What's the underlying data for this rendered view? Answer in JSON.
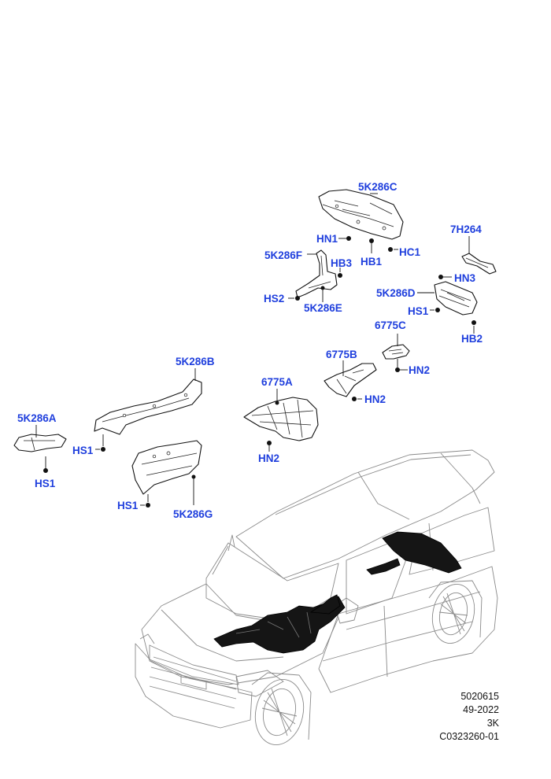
{
  "labels": {
    "5K286C": "5K286C",
    "HN1": "HN1",
    "HB1": "HB1",
    "HC1": "HC1",
    "7H264": "7H264",
    "5K286F": "5K286F",
    "HB3": "HB3",
    "HS2": "HS2",
    "5K286E": "5K286E",
    "HN3": "HN3",
    "5K286D": "5K286D",
    "HS1_D": "HS1",
    "HB2": "HB2",
    "6775C": "6775C",
    "6775B": "6775B",
    "HN2_C": "HN2",
    "HN2_B": "HN2",
    "6775A": "6775A",
    "HN2_A": "HN2",
    "5K286B": "5K286B",
    "5K286A": "5K286A",
    "HS1_B": "HS1",
    "HS1_A": "HS1",
    "HS1_G": "HS1",
    "5K286G": "5K286G"
  },
  "reference": {
    "line1": "5020615",
    "line2": "49-2022",
    "line3": "3K",
    "line4": "C0323260-01"
  }
}
